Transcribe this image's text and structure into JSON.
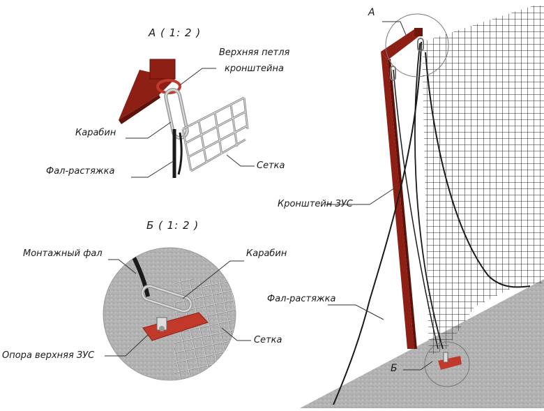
{
  "detail_a": {
    "title": "А ( 1: 2 )",
    "upper_loop_line1": "Верхняя петля",
    "upper_loop_line2": "кронштейна",
    "carabiner": "Карабин",
    "guy_rope": "Фал-растяжка",
    "net": "Сетка"
  },
  "detail_b": {
    "title": "Б ( 1: 2 )",
    "mounting_rope": "Монтажный фал",
    "carabiner": "Карабин",
    "net": "Сетка",
    "support": "Опора верхняя ЗУС"
  },
  "main_view": {
    "marker_a": "А",
    "marker_b": "Б",
    "bracket": "Кронштейн ЗУС",
    "guy_rope": "Фал-растяжка"
  },
  "colors": {
    "bracket": "#8e1f14",
    "bracket_dark": "#5e120a",
    "ground": "#bdbdbd",
    "rope": "#1a1a1a",
    "net": "#2b2b2b",
    "leader": "#333333"
  }
}
